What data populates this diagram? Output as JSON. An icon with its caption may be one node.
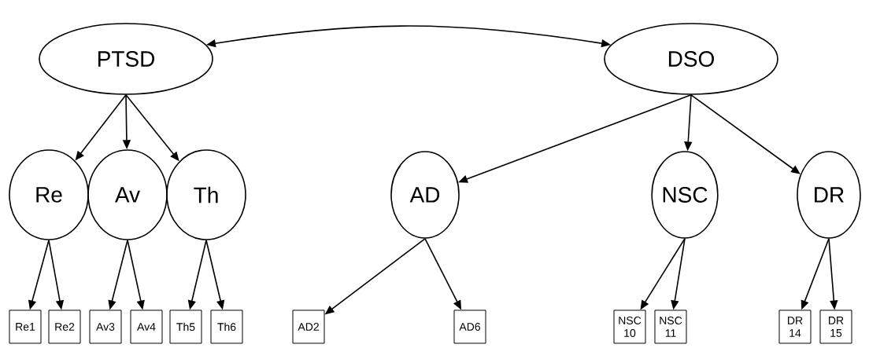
{
  "diagram": {
    "nodes": [
      {
        "text": [
          "PTSD"
        ]
      },
      {
        "text": [
          "DSO"
        ]
      },
      {
        "text": [
          "Re"
        ]
      },
      {
        "text": [
          "Av"
        ]
      },
      {
        "text": [
          "Th"
        ]
      },
      {
        "text": [
          "AD"
        ]
      },
      {
        "text": [
          "NSC"
        ]
      },
      {
        "text": [
          "DR"
        ]
      },
      {
        "text": [
          "Re1"
        ]
      },
      {
        "text": [
          "Re2"
        ]
      },
      {
        "text": [
          "Av3"
        ]
      },
      {
        "text": [
          "Av4"
        ]
      },
      {
        "text": [
          "Th5"
        ]
      },
      {
        "text": [
          "Th6"
        ]
      },
      {
        "text": [
          "AD2"
        ]
      },
      {
        "text": [
          "AD6"
        ]
      },
      {
        "text": [
          "NSC 10"
        ]
      },
      {
        "text": [
          "NSC 11"
        ]
      },
      {
        "text": [
          "DR 14"
        ]
      },
      {
        "text": [
          "DR 15"
        ]
      }
    ],
    "edges": [
      {
        "from": 0,
        "to": 1,
        "arrow": "both"
      },
      {
        "from": 0,
        "to": 2,
        "arrow": "to"
      },
      {
        "from": 0,
        "to": 3,
        "arrow": "to"
      },
      {
        "from": 0,
        "to": 4,
        "arrow": "to"
      },
      {
        "from": 1,
        "to": 5,
        "arrow": "to"
      },
      {
        "from": 1,
        "to": 6,
        "arrow": "to"
      },
      {
        "from": 1,
        "to": 7,
        "arrow": "to"
      },
      {
        "from": 2,
        "to": 8,
        "arrow": "to"
      },
      {
        "from": 2,
        "to": 9,
        "arrow": "to"
      },
      {
        "from": 3,
        "to": 10,
        "arrow": "to"
      },
      {
        "from": 3,
        "to": 11,
        "arrow": "to"
      },
      {
        "from": 4,
        "to": 12,
        "arrow": "to"
      },
      {
        "from": 4,
        "to": 13,
        "arrow": "to"
      },
      {
        "from": 5,
        "to": 14,
        "arrow": "to"
      },
      {
        "from": 5,
        "to": 15,
        "arrow": "to"
      },
      {
        "from": 6,
        "to": 16,
        "arrow": "to"
      },
      {
        "from": 6,
        "to": 17,
        "arrow": "to"
      },
      {
        "from": 7,
        "to": 18,
        "arrow": "to"
      },
      {
        "from": 7,
        "to": 19,
        "arrow": "to"
      }
    ]
  }
}
